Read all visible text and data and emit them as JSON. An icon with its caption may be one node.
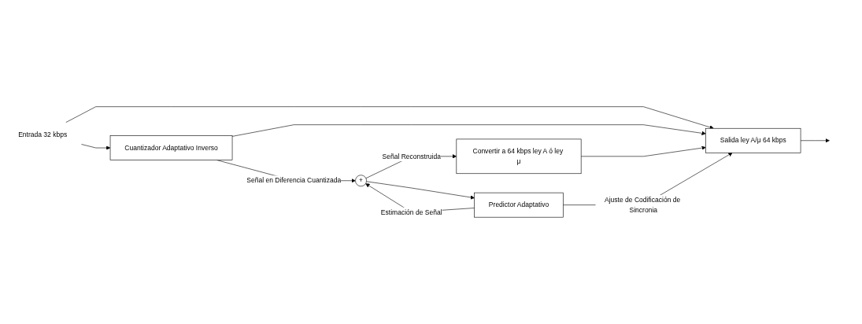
{
  "diagram": {
    "nodes": [
      {
        "text": [
          "Entrada 32 kbps"
        ]
      },
      {
        "text": [
          "Cuantizador Adaptativo Inverso"
        ]
      },
      {
        "text": [
          "+"
        ]
      },
      {
        "text": [
          "Convertir a 64 kbps ley A ó ley μ"
        ]
      },
      {
        "text": [
          "Salida ley A/μ 64 kbps"
        ]
      },
      {
        "text": [
          "Predictor Adaptativo"
        ]
      }
    ],
    "edges": [
      {
        "from": 0,
        "to": 1,
        "arrow": "to"
      },
      {
        "from": 0,
        "to": 4,
        "arrow": "to"
      },
      {
        "from": 1,
        "to": 4,
        "arrow": "to"
      },
      {
        "from": 1,
        "to": 2,
        "arrow": "to",
        "label": "Señal en Diferencia Cuantizada"
      },
      {
        "from": 2,
        "to": 3,
        "arrow": "to",
        "label": "Señal Reconstruida"
      },
      {
        "from": 2,
        "to": 5,
        "arrow": "to"
      },
      {
        "from": 3,
        "to": 4,
        "arrow": "to"
      },
      {
        "from": 4,
        "to": null,
        "arrow": "to"
      },
      {
        "from": 5,
        "to": 2,
        "arrow": "to",
        "label": "Estimación de Señal"
      },
      {
        "from": 5,
        "to": 4,
        "arrow": "to",
        "label": "Ajuste de Codificación de Sincronia"
      }
    ]
  }
}
